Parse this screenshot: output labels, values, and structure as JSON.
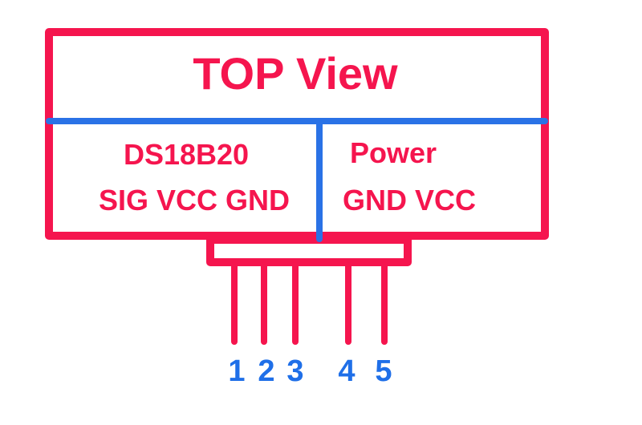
{
  "title": "TOP View",
  "left_section": {
    "name": "DS18B20",
    "pins": "SIG VCC GND"
  },
  "right_section": {
    "name": "Power",
    "pins": "GND VCC"
  },
  "pin_numbers": [
    "1",
    "2",
    "3",
    "4",
    "5"
  ],
  "colors": {
    "outline": "#f5154e",
    "divider": "#2a72e6",
    "pin_number": "#1f6fe8"
  }
}
